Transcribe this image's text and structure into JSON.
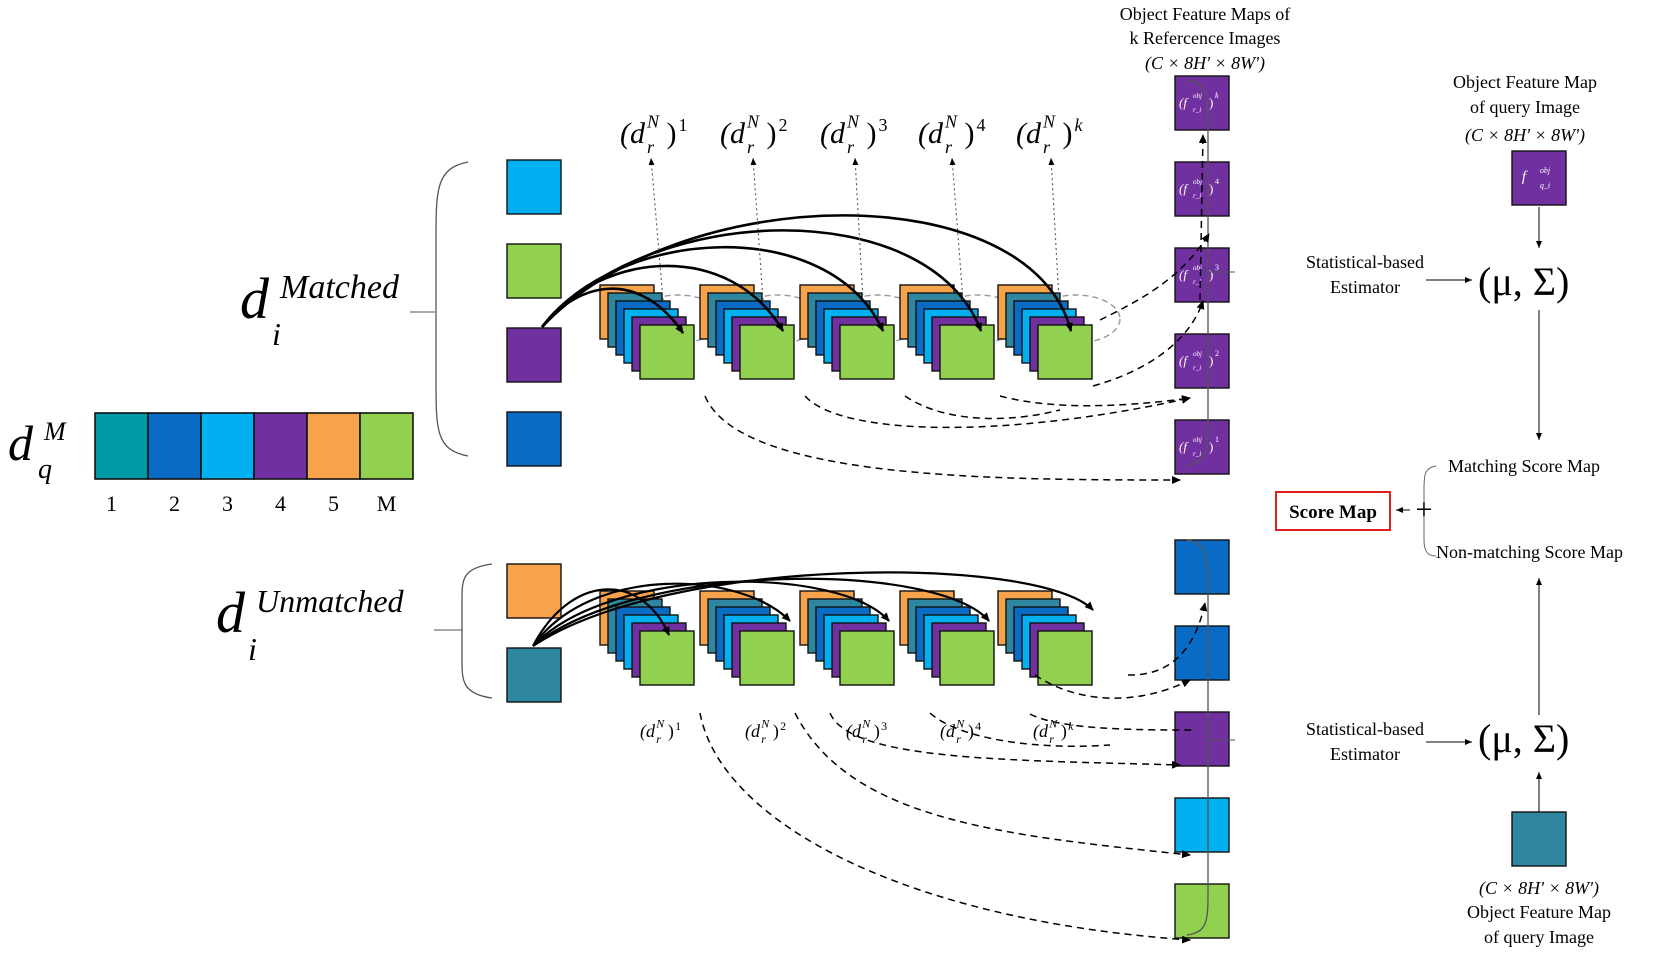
{
  "colors": {
    "teal": "#0099a6",
    "dark_blue": "#0a6bc4",
    "light_blue": "#00b0f0",
    "purple": "#7030a0",
    "orange": "#f6a34b",
    "green": "#92d050",
    "steel_teal": "#2e86a0",
    "score_border": "#e02020"
  },
  "query_bar": {
    "symbol": "d",
    "sub": "q",
    "sup": "M",
    "cells": [
      {
        "color": "teal",
        "label": "1"
      },
      {
        "color": "dark_blue",
        "label": "2"
      },
      {
        "color": "light_blue",
        "label": "3"
      },
      {
        "color": "purple",
        "label": "4"
      },
      {
        "color": "orange",
        "label": "5"
      },
      {
        "color": "green",
        "label": "M"
      }
    ]
  },
  "matched": {
    "symbol": "d",
    "sub": "i",
    "sup": "Matched",
    "column": [
      "light_blue",
      "green",
      "purple",
      "dark_blue"
    ],
    "dr_labels": [
      {
        "base": "(d",
        "sup": "N",
        "sub": "r",
        "exp": ")1"
      },
      {
        "base": "(d",
        "sup": "N",
        "sub": "r",
        "exp": ")2"
      },
      {
        "base": "(d",
        "sup": "N",
        "sub": "r",
        "exp": ")3"
      },
      {
        "base": "(d",
        "sup": "N",
        "sub": "r",
        "exp": ")4"
      },
      {
        "base": "(d",
        "sup": "N",
        "sub": "r",
        "exp": ")k"
      }
    ],
    "feature_maps": [
      {
        "sup": "obj",
        "sub": "r_i",
        "exp": "k"
      },
      {
        "sup": "obj",
        "sub": "r_i",
        "exp": "4"
      },
      {
        "sup": "obj",
        "sub": "r_i",
        "exp": "3"
      },
      {
        "sup": "obj",
        "sub": "r_i",
        "exp": "2"
      },
      {
        "sup": "obj",
        "sub": "r_i",
        "exp": "1"
      }
    ]
  },
  "unmatched": {
    "symbol": "d",
    "sub": "i",
    "sup": "Unmatched",
    "column": [
      "orange",
      "steel_teal"
    ],
    "dr_labels": [
      {
        "base": "(d",
        "sup": "N",
        "sub": "r",
        "exp": ")1"
      },
      {
        "base": "(d",
        "sup": "N",
        "sub": "r",
        "exp": ")2"
      },
      {
        "base": "(d",
        "sup": "N",
        "sub": "r",
        "exp": ")3"
      },
      {
        "base": "(d",
        "sup": "N",
        "sub": "r",
        "exp": ")4"
      },
      {
        "base": "(d",
        "sup": "N",
        "sub": "r",
        "exp": ")k"
      }
    ],
    "feature_maps": [
      "dark_blue",
      "dark_blue",
      "purple",
      "light_blue",
      "green"
    ]
  },
  "stack_colors": [
    "orange",
    "steel_teal",
    "dark_blue",
    "light_blue",
    "purple",
    "green"
  ],
  "ref_header": {
    "line1": "Object Feature Maps of",
    "line2": "k Refercence Images",
    "dims": "(C × 8H' × 8W')"
  },
  "query_top": {
    "line1": "Object Feature Map",
    "line2": "of query Image",
    "dims": "(C × 8H' × 8W')",
    "cell_sup": "obj",
    "cell_sub": "q_i"
  },
  "query_bottom": {
    "dims": "(C × 8H' × 8W')",
    "line1": "Object Feature Map",
    "line2": "of query Image"
  },
  "estimator_top": {
    "line1": "Statistical-based",
    "line2": "Estimator"
  },
  "estimator_bottom": {
    "line1": "Statistical-based",
    "line2": "Estimator"
  },
  "params_top": "(μ, Σ)",
  "params_bottom": "(μ, Σ)",
  "matching_score": "Matching Score Map",
  "nonmatching_score": "Non-matching Score Map",
  "score_map": "Score Map",
  "plus": "+"
}
